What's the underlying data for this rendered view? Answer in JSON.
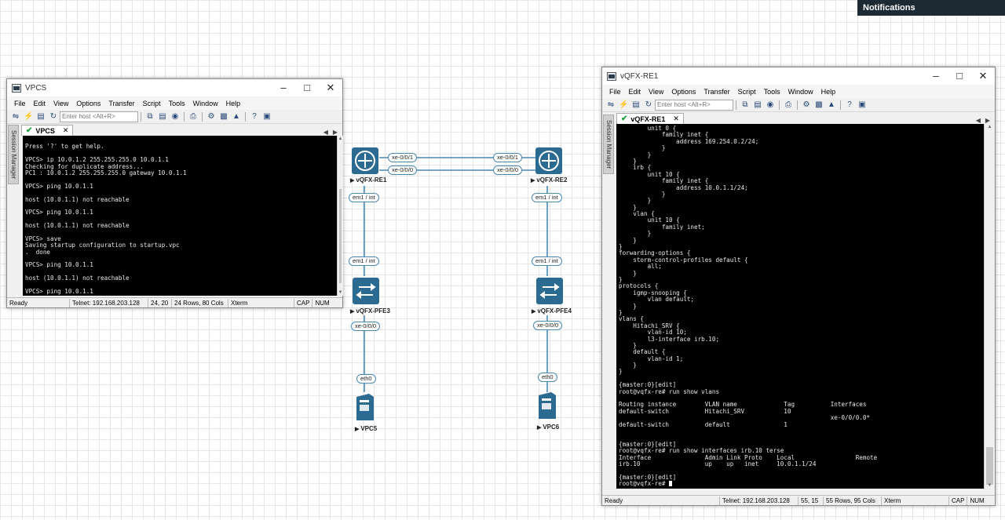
{
  "notifications_label": "Notifications",
  "menu": [
    "File",
    "Edit",
    "View",
    "Options",
    "Transfer",
    "Script",
    "Tools",
    "Window",
    "Help"
  ],
  "host_placeholder": "Enter host <Alt+R>",
  "session_manager_label": "Session Manager",
  "vpcs_window": {
    "title": "VPCS",
    "tab_label": "VPCS",
    "terminal_lines": [
      "",
      "Press '?' to get help.",
      "",
      "VPCS> ip 10.0.1.2 255.255.255.0 10.0.1.1",
      "Checking for duplicate address...",
      "PC1 : 10.0.1.2 255.255.255.0 gateway 10.0.1.1",
      "",
      "VPCS> ping 10.0.1.1",
      "",
      "host (10.0.1.1) not reachable",
      "",
      "VPCS> ping 10.0.1.1",
      "",
      "host (10.0.1.1) not reachable",
      "",
      "VPCS> save",
      "Saving startup configuration to startup.vpc",
      ".  done",
      "",
      "VPCS> ping 10.0.1.1",
      "",
      "host (10.0.1.1) not reachable",
      "",
      "VPCS> ping 10.0.1.1"
    ],
    "status": {
      "ready": "Ready",
      "telnet": "Telnet: 192.168.203.128",
      "cursor_pos": "24,  20",
      "size": "24 Rows, 80 Cols",
      "term_type": "Xterm",
      "cap": "CAP",
      "num": "NUM"
    }
  },
  "vqfx_window": {
    "title": "vQFX-RE1",
    "tab_label": "vQFX-RE1",
    "terminal_lines": [
      "        unit 0 {",
      "            family inet {",
      "                address 169.254.0.2/24;",
      "            }",
      "        }",
      "    }",
      "    irb {",
      "        unit 10 {",
      "            family inet {",
      "                address 10.0.1.1/24;",
      "            }",
      "        }",
      "    }",
      "    vlan {",
      "        unit 10 {",
      "            family inet;",
      "        }",
      "    }",
      "}",
      "forwarding-options {",
      "    storm-control-profiles default {",
      "        all;",
      "    }",
      "}",
      "protocols {",
      "    igmp-snooping {",
      "        vlan default;",
      "    }",
      "}",
      "vlans {",
      "    Hitachi_SRV {",
      "        vlan-id 10;",
      "        l3-interface irb.10;",
      "    }",
      "    default {",
      "        vlan-id 1;",
      "    }",
      "}",
      "",
      "{master:0}[edit]",
      "root@vqfx-re# run show vlans",
      "",
      "Routing instance        VLAN name             Tag          Interfaces",
      "default-switch          Hitachi_SRV           10",
      "                                                           xe-0/0/0.0*",
      "default-switch          default               1",
      "",
      "",
      "{master:0}[edit]",
      "root@vqfx-re# run show interfaces irb.10 terse",
      "Interface               Admin Link Proto    Local                 Remote",
      "irb.10                  up    up   inet     10.0.1.1/24",
      "",
      "{master:0}[edit]",
      "root@vqfx-re# "
    ],
    "status": {
      "ready": "Ready",
      "telnet": "Telnet: 192.168.203.128",
      "cursor_pos": "55, 15",
      "size": "55 Rows, 95 Cols",
      "term_type": "Xterm",
      "cap": "CAP",
      "num": "NUM"
    }
  },
  "topology": {
    "nodes": {
      "re1": "vQFX-RE1",
      "re2": "vQFX-RE2",
      "pfe3": "vQFX-PFE3",
      "pfe4": "vQFX-PFE4",
      "vpc5": "VPC5",
      "vpc6": "VPC6"
    },
    "links": {
      "re1_xe1": "xe-0/0/1",
      "re1_xe0": "xe-0/0/0",
      "re2_xe1": "xe-0/0/1",
      "re2_xe0": "xe-0/0/0",
      "re1_em1": "em1 / int",
      "pfe3_em1": "em1 / int",
      "re2_em1": "em1 / int",
      "pfe4_em1": "em1 / int",
      "pfe3_xe0": "xe-0/0/0",
      "pfe4_xe0": "xe-0/0/0",
      "vpc5_eth0": "eth0",
      "vpc6_eth0": "eth0"
    },
    "colors": {
      "link": "#4a88b4",
      "node": "#2b6a91"
    }
  }
}
